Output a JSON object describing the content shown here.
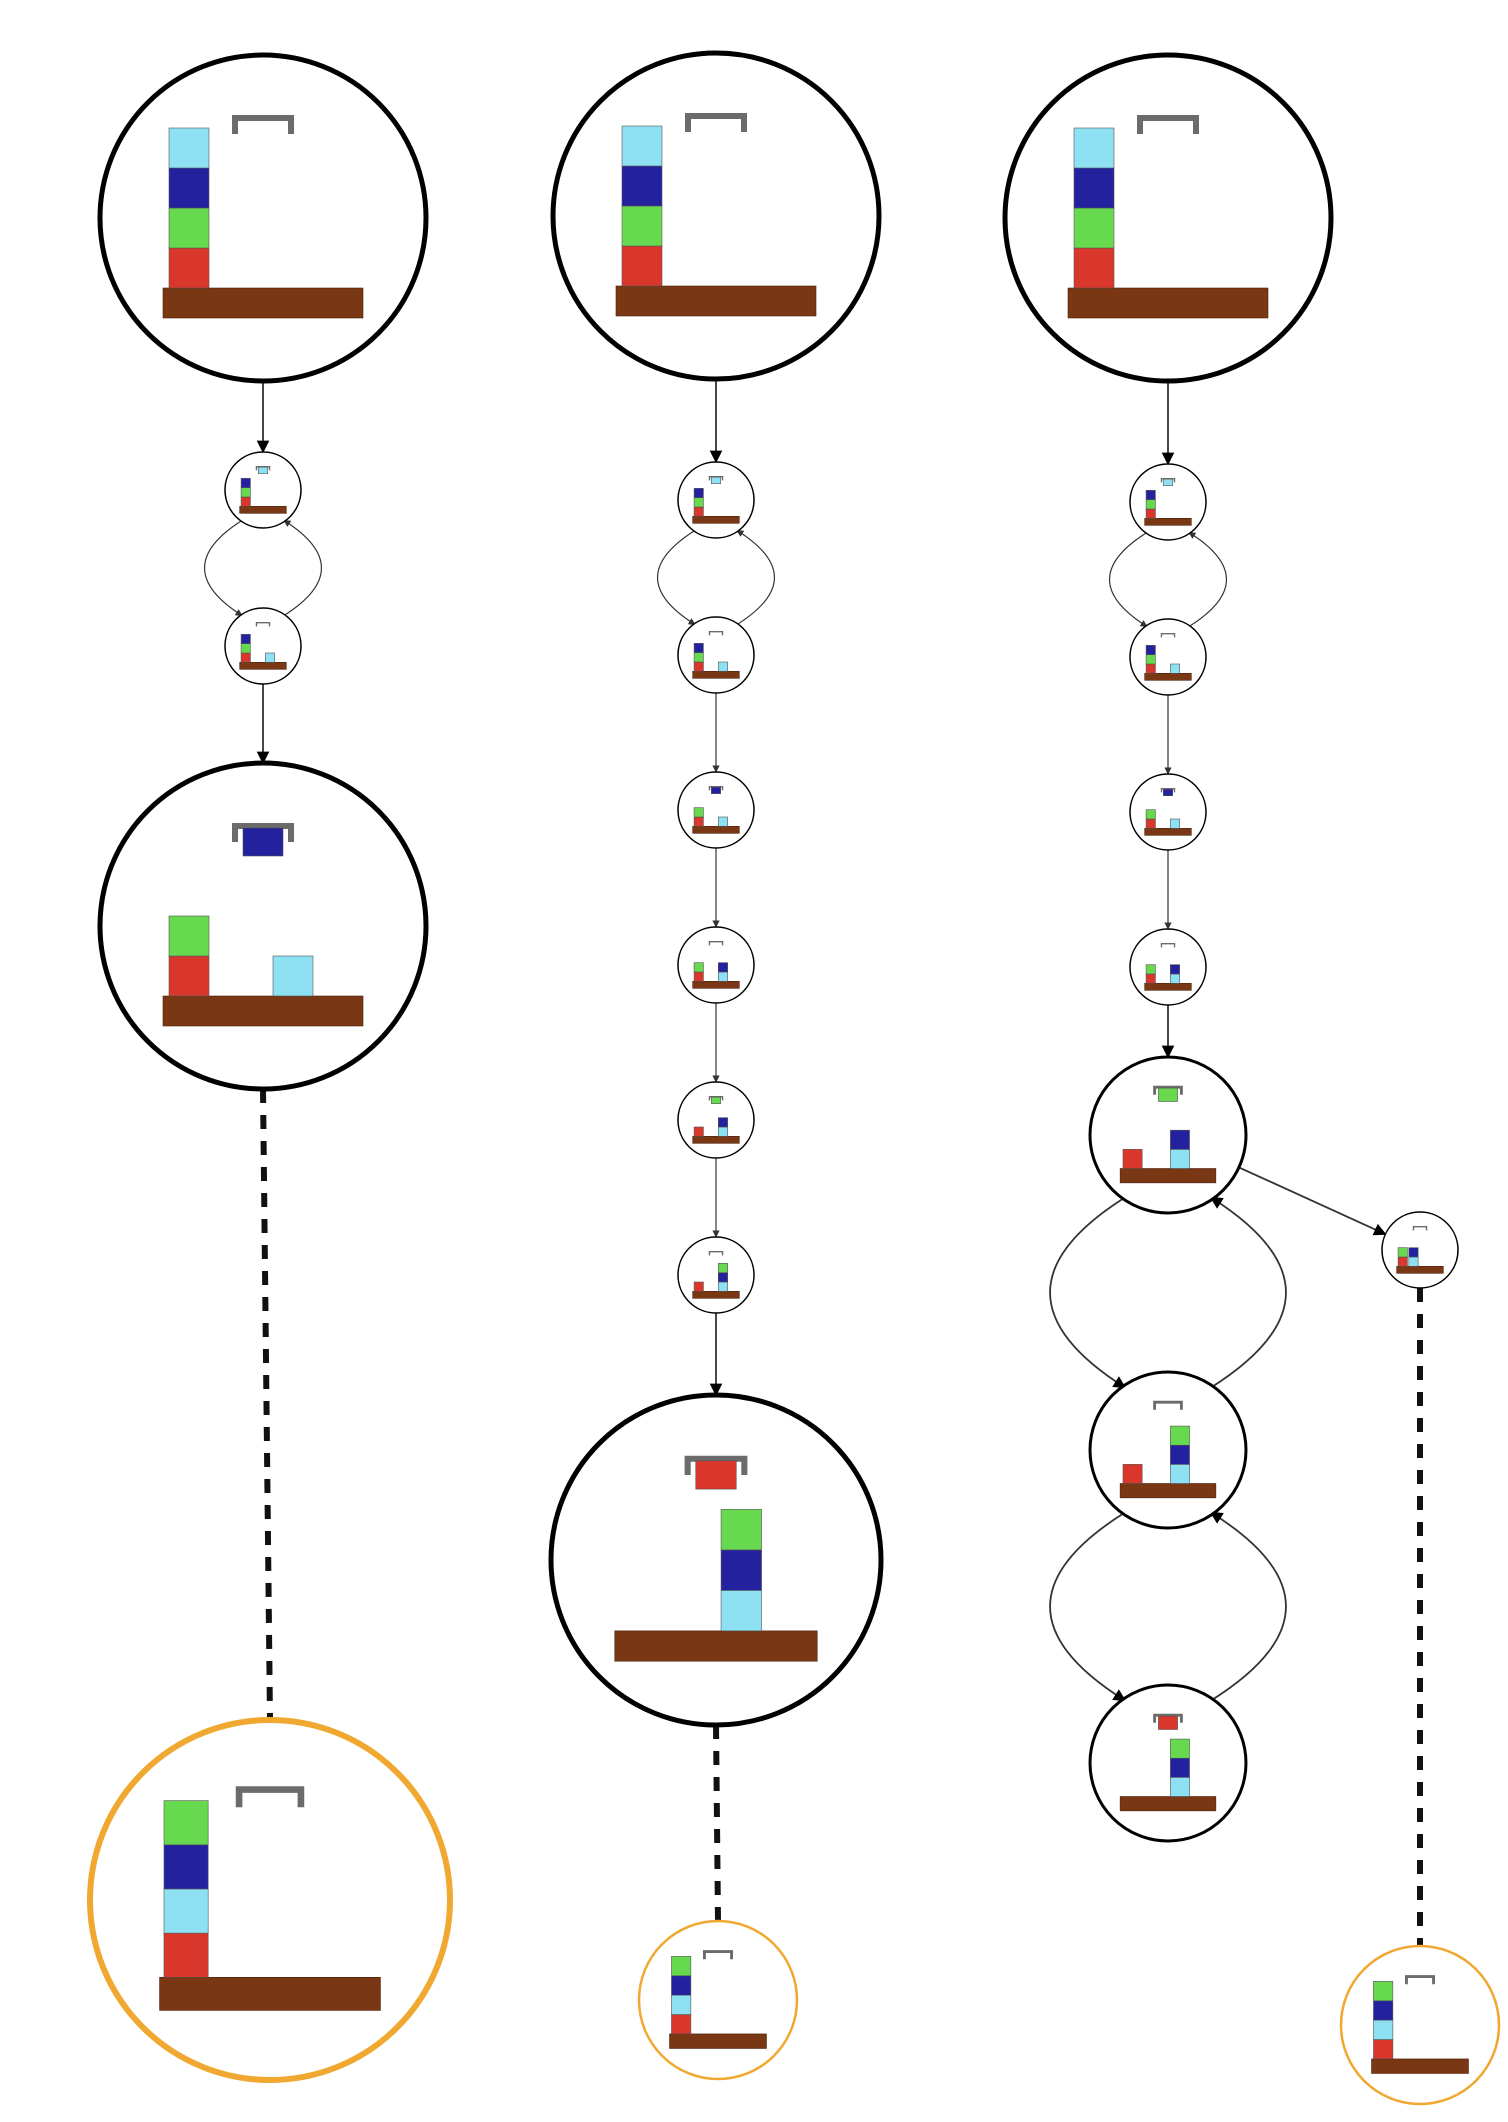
{
  "colors": {
    "background": "#ffffff",
    "state_border": "#000000",
    "goal_border": "#f0a830",
    "table": "#7a3713",
    "gripper": "#6b6b6b",
    "block_red": "#d9362c",
    "block_green": "#66d94e",
    "block_navy": "#24219f",
    "block_cyan": "#8ee1f2",
    "edge": "#333333",
    "dashed_edge": "#111111"
  },
  "block_colors": [
    "red",
    "green",
    "navy",
    "cyan"
  ],
  "columns": [
    {
      "id": "left",
      "states": [
        {
          "id": "L0",
          "kind": "start",
          "stack": [
            "red",
            "green",
            "navy",
            "cyan"
          ],
          "holding": null
        },
        {
          "id": "L1",
          "kind": "step",
          "stack": [
            "red",
            "green",
            "navy"
          ],
          "holding": "cyan"
        },
        {
          "id": "L2",
          "kind": "step",
          "stack": [
            "red",
            "green",
            "navy"
          ],
          "right": [
            "cyan"
          ],
          "holding": null
        },
        {
          "id": "L3",
          "kind": "key",
          "stack": [
            "red",
            "green"
          ],
          "right": [
            "cyan"
          ],
          "holding": "navy"
        },
        {
          "id": "L4",
          "kind": "goal",
          "stack": [
            "red",
            "cyan",
            "navy",
            "green"
          ],
          "holding": null
        }
      ]
    },
    {
      "id": "middle",
      "states": [
        {
          "id": "M0",
          "kind": "start",
          "stack": [
            "red",
            "green",
            "navy",
            "cyan"
          ],
          "holding": null
        },
        {
          "id": "M1",
          "kind": "step",
          "stack": [
            "red",
            "green",
            "navy"
          ],
          "holding": "cyan"
        },
        {
          "id": "M2",
          "kind": "step",
          "stack": [
            "red",
            "green",
            "navy"
          ],
          "right": [
            "cyan"
          ],
          "holding": null
        },
        {
          "id": "M3",
          "kind": "step",
          "stack": [
            "red",
            "green"
          ],
          "right": [
            "cyan"
          ],
          "holding": "navy"
        },
        {
          "id": "M4",
          "kind": "step",
          "stack": [
            "red",
            "green"
          ],
          "right": [
            "cyan",
            "navy"
          ],
          "holding": null
        },
        {
          "id": "M5",
          "kind": "step",
          "stack": [
            "red"
          ],
          "right": [
            "cyan",
            "navy"
          ],
          "holding": "green"
        },
        {
          "id": "M6",
          "kind": "step",
          "stack": [
            "red"
          ],
          "right": [
            "cyan",
            "navy",
            "green"
          ],
          "holding": null
        },
        {
          "id": "M7",
          "kind": "key",
          "stack": [],
          "right": [
            "cyan",
            "navy",
            "green"
          ],
          "holding": "red"
        },
        {
          "id": "M8",
          "kind": "goal",
          "stack": [
            "red",
            "cyan",
            "navy",
            "green"
          ],
          "holding": null
        }
      ]
    },
    {
      "id": "right",
      "states": [
        {
          "id": "R0",
          "kind": "start",
          "stack": [
            "red",
            "green",
            "navy",
            "cyan"
          ],
          "holding": null
        },
        {
          "id": "R1",
          "kind": "step",
          "stack": [
            "red",
            "green",
            "navy"
          ],
          "holding": "cyan"
        },
        {
          "id": "R2",
          "kind": "step",
          "stack": [
            "red",
            "green",
            "navy"
          ],
          "right": [
            "cyan"
          ],
          "holding": null
        },
        {
          "id": "R3",
          "kind": "step",
          "stack": [
            "red",
            "green"
          ],
          "right": [
            "cyan"
          ],
          "holding": "navy"
        },
        {
          "id": "R4",
          "kind": "step",
          "stack": [
            "red",
            "green"
          ],
          "right": [
            "cyan",
            "navy"
          ],
          "holding": null
        },
        {
          "id": "R5",
          "kind": "mid",
          "stack": [
            "red"
          ],
          "right": [
            "cyan",
            "navy"
          ],
          "holding": "green"
        },
        {
          "id": "R6",
          "kind": "mid",
          "stack": [
            "red"
          ],
          "right": [
            "cyan",
            "navy",
            "green"
          ],
          "holding": null
        },
        {
          "id": "R7",
          "kind": "mid",
          "stack": [],
          "right": [
            "cyan",
            "navy",
            "green"
          ],
          "holding": "red"
        },
        {
          "id": "R8",
          "kind": "step",
          "stack": [
            "red",
            "green"
          ],
          "right": [
            "cyan",
            "navy"
          ],
          "holding": null,
          "variant": "spread"
        },
        {
          "id": "R9",
          "kind": "goal",
          "stack": [
            "red",
            "cyan",
            "navy",
            "green"
          ],
          "holding": null
        }
      ]
    }
  ],
  "edges": [
    {
      "from": "L0",
      "to": "L1",
      "style": "solid"
    },
    {
      "from": "L1",
      "to": "L2",
      "style": "solid",
      "curve": "left"
    },
    {
      "from": "L2",
      "to": "L1",
      "style": "solid",
      "curve": "right"
    },
    {
      "from": "L2",
      "to": "L3",
      "style": "solid"
    },
    {
      "from": "L3",
      "to": "L4",
      "style": "dashed"
    },
    {
      "from": "M0",
      "to": "M1",
      "style": "solid"
    },
    {
      "from": "M1",
      "to": "M2",
      "style": "solid",
      "curve": "left"
    },
    {
      "from": "M2",
      "to": "M1",
      "style": "solid",
      "curve": "right"
    },
    {
      "from": "M2",
      "to": "M3",
      "style": "solid"
    },
    {
      "from": "M3",
      "to": "M4",
      "style": "solid"
    },
    {
      "from": "M4",
      "to": "M5",
      "style": "solid"
    },
    {
      "from": "M5",
      "to": "M6",
      "style": "solid"
    },
    {
      "from": "M6",
      "to": "M7",
      "style": "solid"
    },
    {
      "from": "M7",
      "to": "M8",
      "style": "dashed"
    },
    {
      "from": "R0",
      "to": "R1",
      "style": "solid"
    },
    {
      "from": "R1",
      "to": "R2",
      "style": "solid",
      "curve": "left"
    },
    {
      "from": "R2",
      "to": "R1",
      "style": "solid",
      "curve": "right"
    },
    {
      "from": "R2",
      "to": "R3",
      "style": "solid"
    },
    {
      "from": "R3",
      "to": "R4",
      "style": "solid"
    },
    {
      "from": "R4",
      "to": "R5",
      "style": "solid"
    },
    {
      "from": "R5",
      "to": "R6",
      "style": "solid",
      "curve": "left"
    },
    {
      "from": "R6",
      "to": "R5",
      "style": "solid",
      "curve": "right"
    },
    {
      "from": "R6",
      "to": "R7",
      "style": "solid",
      "curve": "left"
    },
    {
      "from": "R7",
      "to": "R6",
      "style": "solid",
      "curve": "right"
    },
    {
      "from": "R5",
      "to": "R8",
      "style": "solid"
    },
    {
      "from": "R8",
      "to": "R9",
      "style": "dashed"
    }
  ]
}
